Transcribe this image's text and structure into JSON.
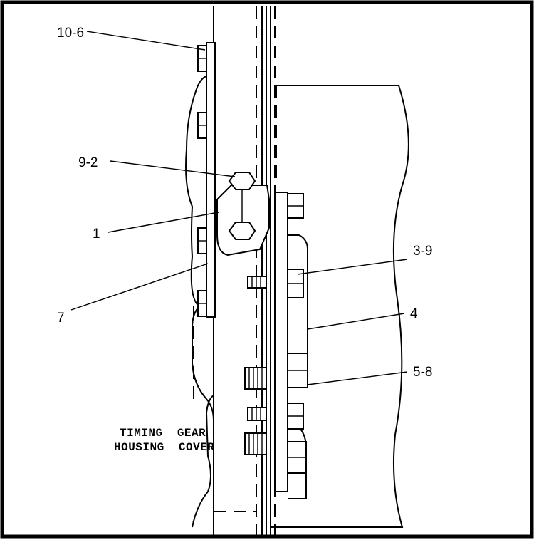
{
  "callouts": {
    "c10_6": "10-6",
    "c9_2": "9-2",
    "c1": "1",
    "c7": "7",
    "c3_9": "3-9",
    "c4": "4",
    "c5_8": "5-8"
  },
  "caption": {
    "line1": "TIMING  GEAR",
    "line2": "HOUSING  COVER"
  }
}
